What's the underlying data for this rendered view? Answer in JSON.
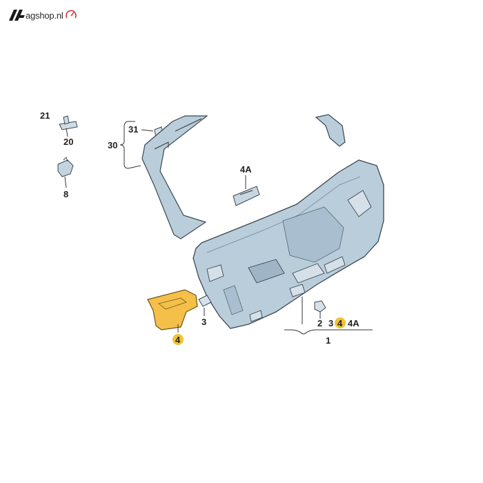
{
  "brand": {
    "logo_text": "agshop.nl"
  },
  "callouts": {
    "c21": "21",
    "c20": "20",
    "c8": "8",
    "c31": "31",
    "c30": "30",
    "c4A": "4A",
    "c3": "3",
    "c4": "4",
    "c2": "2",
    "c3b": "3",
    "c4b": "4",
    "c4Ab": "4A",
    "c1": "1"
  },
  "highlight_color": "#f2c230",
  "panel_color": "#b9cddb",
  "trim_color": "#f4c04a"
}
